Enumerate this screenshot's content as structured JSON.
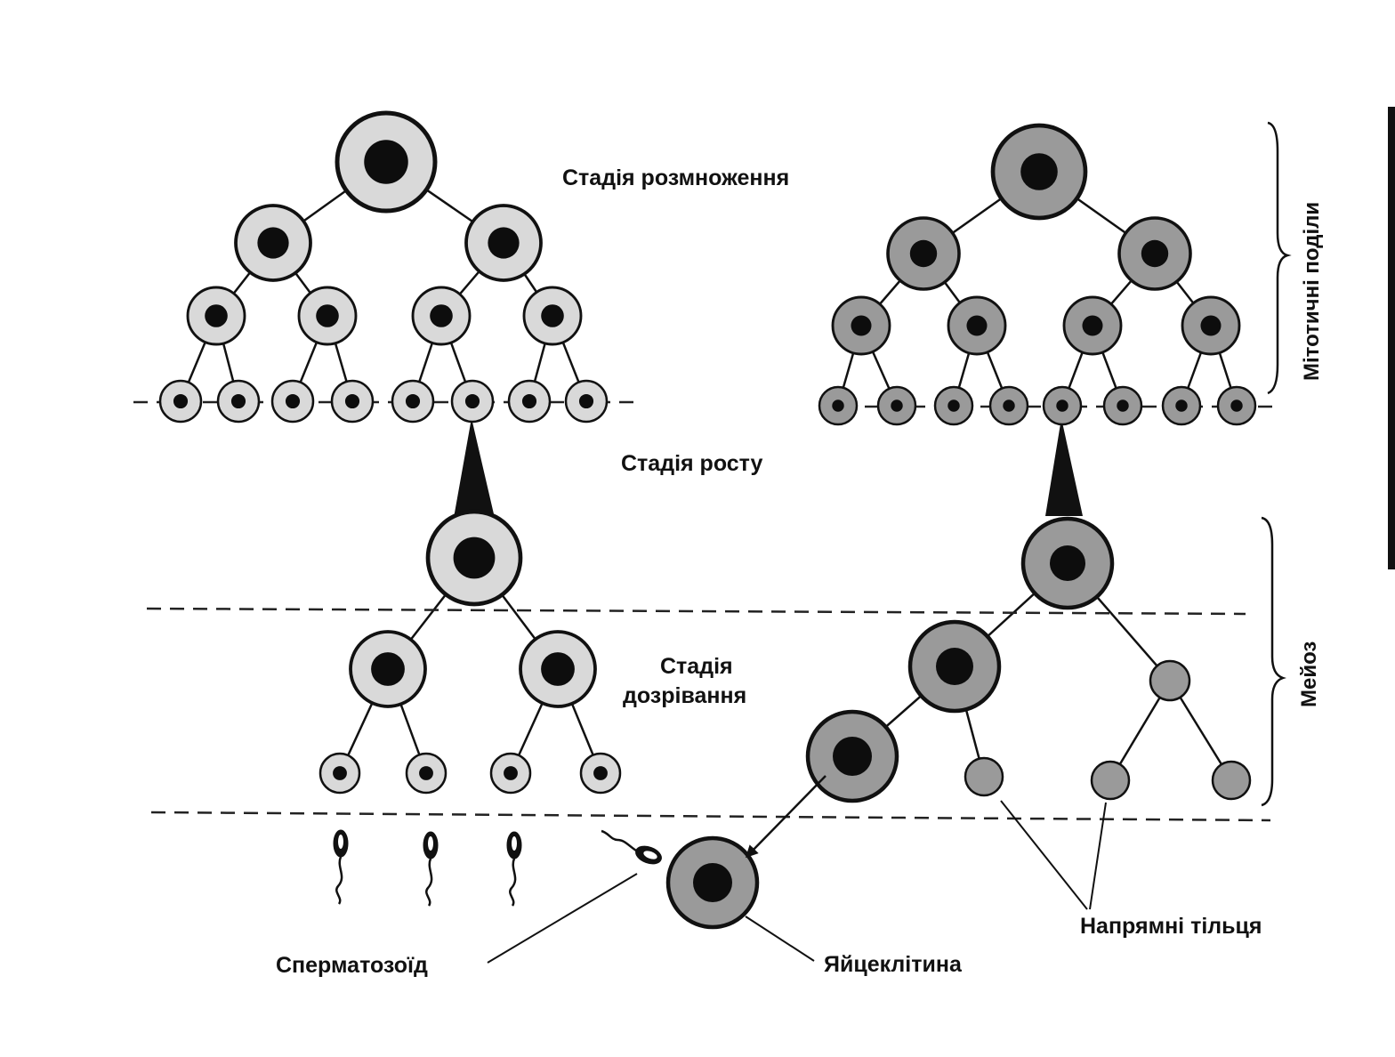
{
  "labels": {
    "reproduction_stage": "Стадія розмноження",
    "growth_stage": "Стадія росту",
    "maturation_stage_line1": "Стадія",
    "maturation_stage_line2": "дозрівання",
    "mitotic_divisions": "Мітотичні поділи",
    "meiosis": "Мейоз",
    "spermatozoon": "Сперматозоїд",
    "egg_cell": "Яйцеклітина",
    "polar_bodies": "Напрямні тільця"
  },
  "colors": {
    "ink": "#111111",
    "male_cytoplasm": "#d9d9d9",
    "female_cytoplasm": "#9a9a9a",
    "nucleus": "#0d0d0d",
    "background": "#ffffff"
  }
}
